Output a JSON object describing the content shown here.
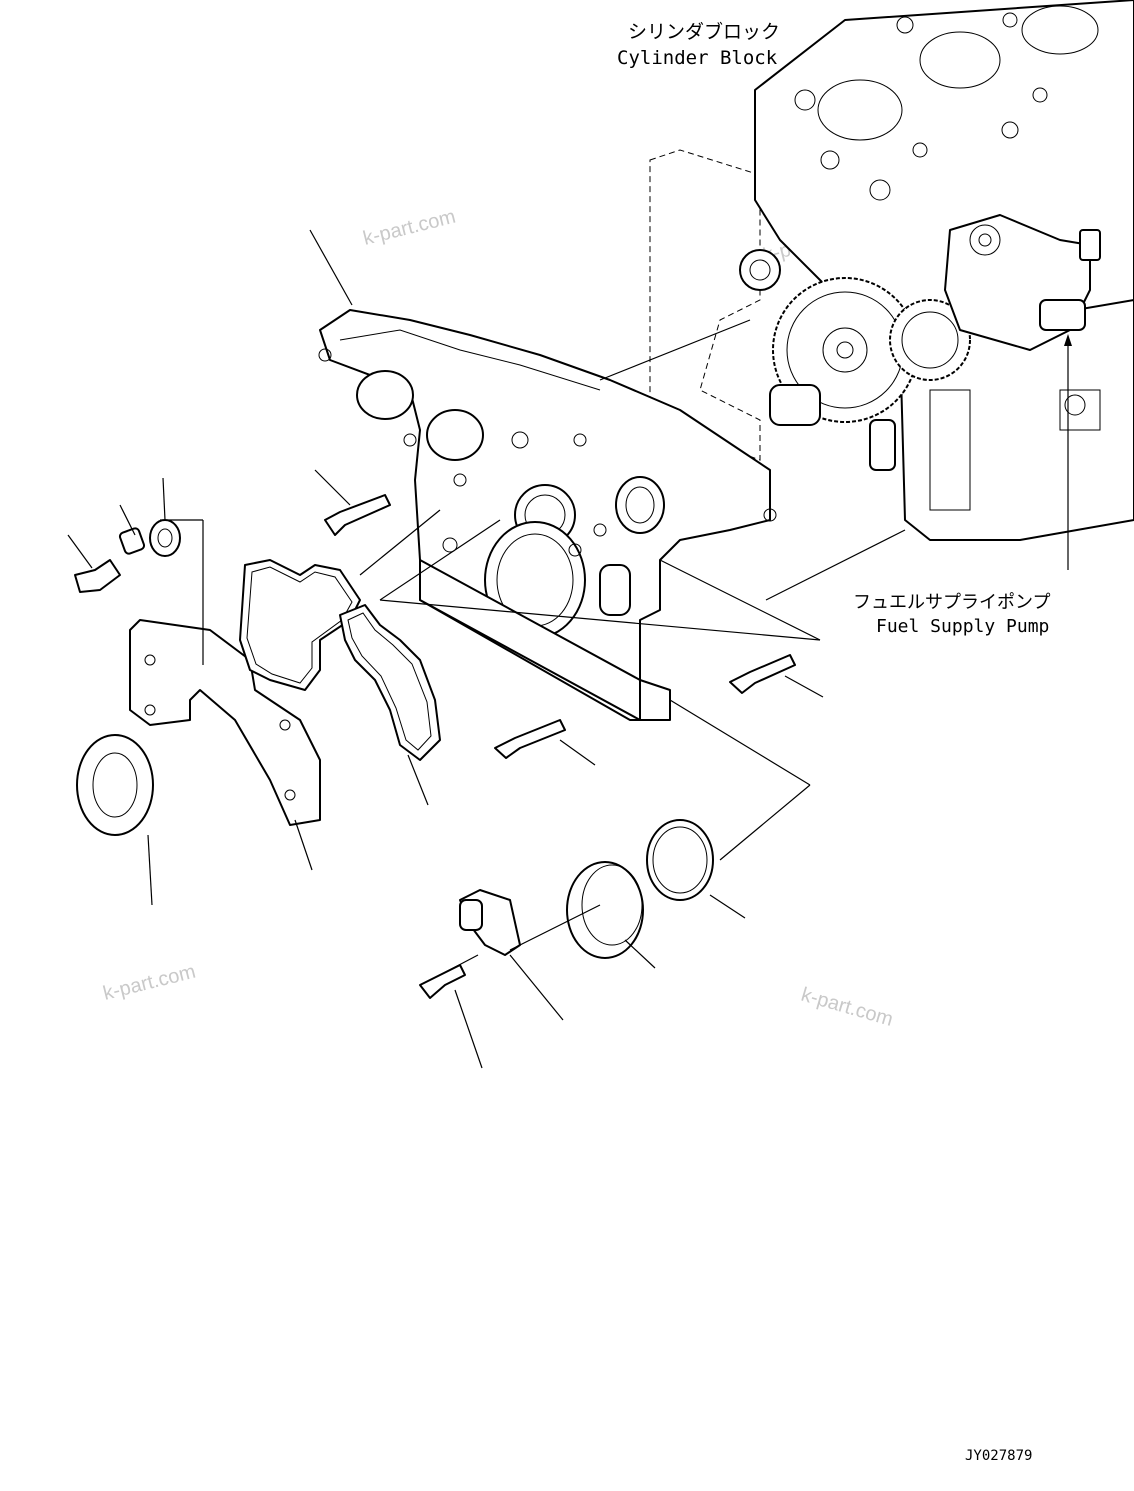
{
  "labels": {
    "cylinder_block_jp": "シリンダブロック",
    "cylinder_block_en": "Cylinder Block",
    "fuel_pump_jp": "フュエルサプライポンプ",
    "fuel_pump_en": "Fuel Supply Pump",
    "drawing_id": "JY027879"
  },
  "watermarks": [
    "k-part.com",
    "k-part.com",
    "k-part.com",
    "k-part.com"
  ]
}
